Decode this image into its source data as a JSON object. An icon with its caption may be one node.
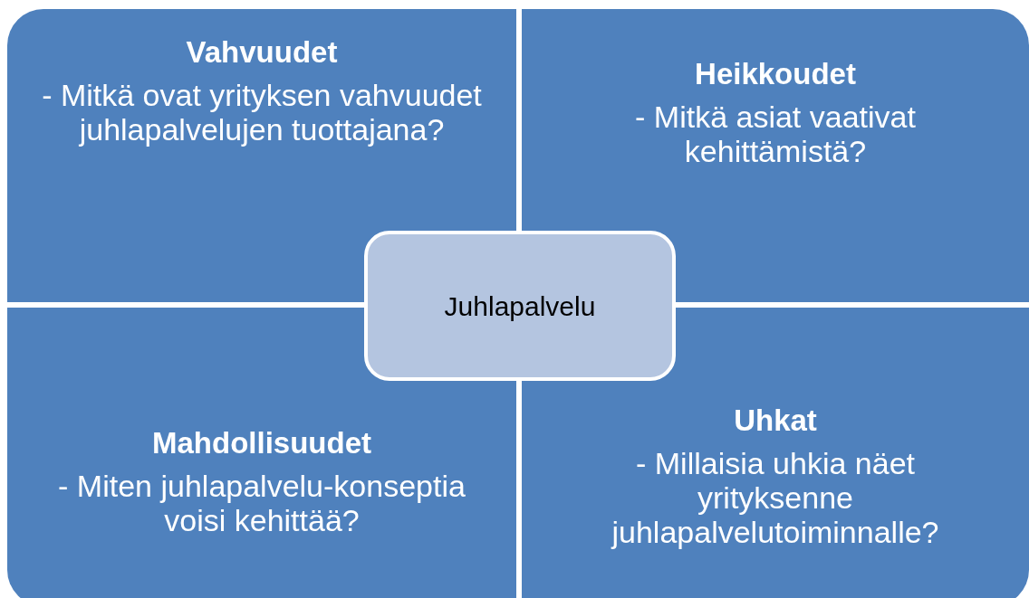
{
  "diagram": {
    "nodes": [
      {
        "text": [
          "Vahvuudet",
          "- Mitkä ovat yrityksen vahvuudet juhlapalvelujen tuottajana?"
        ]
      },
      {
        "text": [
          "Heikkoudet",
          "- Mitkä asiat vaativat kehittämistä?"
        ]
      },
      {
        "text": [
          "Mahdollisuudet",
          "- Miten juhlapalvelu-konseptia voisi kehittää?"
        ]
      },
      {
        "text": [
          "Uhkat",
          "- Millaisia uhkia näet yrityksenne juhlapalvelutoiminnalle?"
        ]
      },
      {
        "text": [
          "Juhlapalvelu"
        ]
      }
    ]
  }
}
